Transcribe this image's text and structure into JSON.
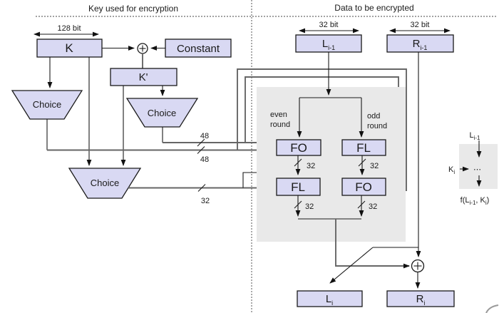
{
  "titles": {
    "left": "Key used for encryption",
    "right": "Data to be encrypted"
  },
  "key": {
    "bit_width": "128 bit",
    "k": "K",
    "constant": "Constant",
    "k_prime": "K'",
    "choice1": "Choice",
    "choice2": "Choice",
    "choice3": "Choice",
    "bus_a": "48",
    "bus_b": "48",
    "bus_c": "32"
  },
  "data": {
    "bit_width_l": "32 bit",
    "bit_width_r": "32 bit",
    "l_prev": "L",
    "l_prev_sub": "i-1",
    "r_prev": "R",
    "r_prev_sub": "i-1",
    "even1": "even",
    "even2": "round",
    "odd1": "odd",
    "odd2": "round",
    "fo1": "FO",
    "fl1": "FL",
    "fl2": "FL",
    "fo2": "FO",
    "w_fo1": "32",
    "w_fl1": "32",
    "w_fl2": "32",
    "w_fo2": "32",
    "l_new": "L",
    "l_new_sub": "i",
    "r_new": "R",
    "r_new_sub": "i"
  },
  "mini": {
    "top": "L",
    "top_sub": "i-1",
    "key": "K",
    "key_sub": "i",
    "dots": "⋯",
    "f1": "f(L",
    "f1_sub": "i-1",
    "f2": ", K",
    "f2_sub": "i",
    "f3": ")"
  },
  "colors": {
    "box_fill": "#d9d9f3",
    "panel_fill": "#e9e9e9",
    "line": "#1a1a1a",
    "bus_line": "#666666"
  }
}
